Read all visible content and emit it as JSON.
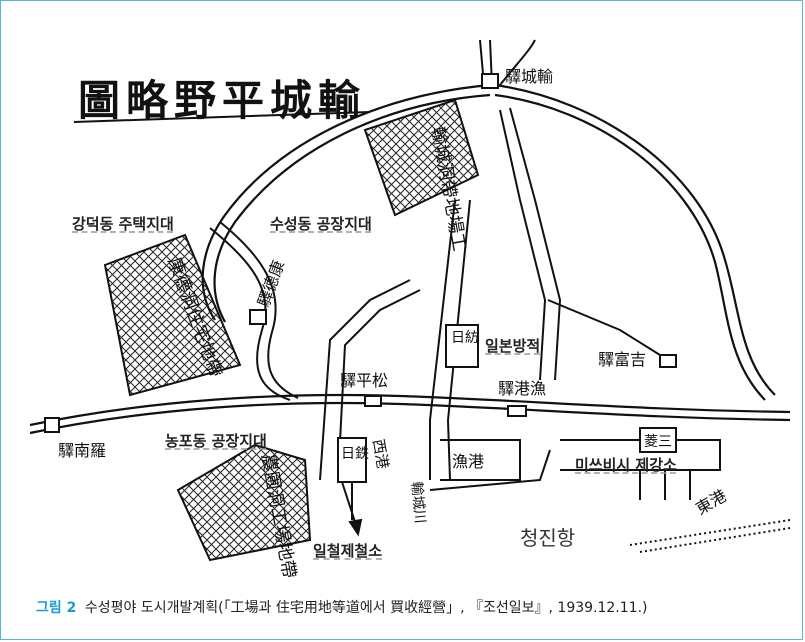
{
  "map_title": "圖略野平城輸",
  "station_labels": {
    "north": "驛城輸",
    "west": "驛南羅",
    "gangdeok": "驛德康",
    "songpyeong": "驛平松",
    "port_station": "驛港漁",
    "east": "驛富吉"
  },
  "handwritten_areas": {
    "suseong": "輸城洞帶地場工",
    "gangdeok": "康德洞住宅地帶",
    "nongpo": "農圃洞工場地帶",
    "nichitetsu": "日鉄",
    "nichibo": "日紡",
    "west_port": "西港",
    "fishing_port": "漁港",
    "mitsubishi": "菱三",
    "east_port": "東港",
    "river": "輸城川"
  },
  "labels": {
    "gangdeok_residential": "강덕동 주택지대",
    "suseong_industrial": "수성동 공장지대",
    "nippon_boseki": "일본방적",
    "nongpo_industrial": "농포동 공장지대",
    "mitsubishi_steel": "미쓰비시 제강소",
    "nittetsu_steel": "일철제철소",
    "cheongjin_port": "청진항"
  },
  "caption": {
    "figure": "그림 2",
    "text": "수성평야 도시개발계획(「工場과 住宅用地等道에서 買收經營」, 『조선일보』, 1939.12.11.)"
  },
  "colors": {
    "frame": "#5bb3d9",
    "caption_figure": "#1a9bd7",
    "ink": "#111111"
  }
}
